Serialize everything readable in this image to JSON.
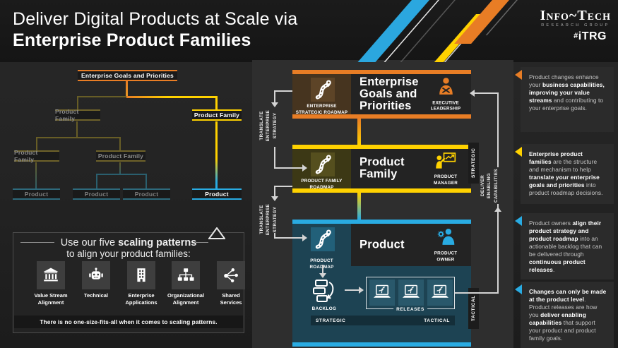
{
  "header": {
    "title_line1": "Deliver Digital Products at Scale via",
    "title_line2": "Enterprise Product Families",
    "logo_name": "Info~Tech",
    "logo_subtitle": "RESEARCH GROUP",
    "logo_tag_hash": "#",
    "logo_tag": "iTRG"
  },
  "colors": {
    "orange": "#E87D25",
    "yellow": "#FFD200",
    "blue": "#29ABE2"
  },
  "tree": {
    "root_label": "Enterprise Goals and Priorities",
    "family_label": "Product Family",
    "product_label": "Product"
  },
  "scaling": {
    "title_normal": "Use our five ",
    "title_bold": "scaling patterns",
    "title_line2": "to align your product families:",
    "items": [
      {
        "label": "Value Stream\nAlignment",
        "icon": "bank-icon"
      },
      {
        "label": "Technical",
        "icon": "robot-icon"
      },
      {
        "label": "Enterprise\nApplications",
        "icon": "building-icon"
      },
      {
        "label": "Organizational\nAlignment",
        "icon": "org-chart-icon"
      },
      {
        "label": "Shared\nServices",
        "icon": "share-network-icon"
      }
    ],
    "footer": "There is no one-size-fits-all when it comes to scaling patterns."
  },
  "flow": {
    "translate_label": "TRANSLATE\nENTERPRISE\nSTRATEGY",
    "deliver_label": "DELIVER\nENABLING\nCAPABILITIES",
    "side_strategic": "STRATEGIC",
    "side_tactical": "TACTICAL",
    "levels": [
      {
        "title": "Enterprise\nGoals and\nPriorities",
        "roadmap_label": "ENTERPRISE\nSTRATEGIC ROADMAP",
        "role_label": "EXECUTIVE\nLEADERSHIP",
        "accent": "#E87D25"
      },
      {
        "title": "Product\nFamily",
        "roadmap_label": "PRODUCT FAMILY\nROADMAP",
        "role_label": "PRODUCT\nMANAGER",
        "accent": "#FFD200"
      },
      {
        "title": "Product",
        "roadmap_label": "PRODUCT\nROADMAP",
        "role_label": "PRODUCT\nOWNER",
        "accent": "#29ABE2"
      }
    ],
    "backlog_label": "BACKLOG",
    "releases_label": "RELEASES",
    "bottom_strategic": "STRATEGIC",
    "bottom_tactical": "TACTICAL"
  },
  "callouts": [
    {
      "accent": "#E87D25",
      "segments": [
        {
          "text": "Product changes enhance your ",
          "bold": false
        },
        {
          "text": "business capabilities, improving your value streams",
          "bold": true
        },
        {
          "text": " and contributing to your enterprise goals.",
          "bold": false
        }
      ]
    },
    {
      "accent": "#FFD200",
      "segments": [
        {
          "text": "Enterprise product families",
          "bold": true
        },
        {
          "text": " are the structure and mechanism to help ",
          "bold": false
        },
        {
          "text": "translate your enterprise goals and priorities",
          "bold": true
        },
        {
          "text": " into product roadmap decisions.",
          "bold": false
        }
      ]
    },
    {
      "accent": "#29ABE2",
      "segments": [
        {
          "text": "Product owners ",
          "bold": false
        },
        {
          "text": "align their product strategy and product roadmap",
          "bold": true
        },
        {
          "text": " into an actionable backlog that can be delivered through ",
          "bold": false
        },
        {
          "text": "continuous product releases",
          "bold": true
        },
        {
          "text": ".",
          "bold": false
        }
      ]
    },
    {
      "accent": "#29ABE2",
      "segments": [
        {
          "text": "Changes can only be made at the product level",
          "bold": true
        },
        {
          "text": ". Product releases are how you ",
          "bold": false
        },
        {
          "text": "deliver enabling capabilities",
          "bold": true
        },
        {
          "text": " that support your product and product family goals.",
          "bold": false
        }
      ]
    }
  ]
}
